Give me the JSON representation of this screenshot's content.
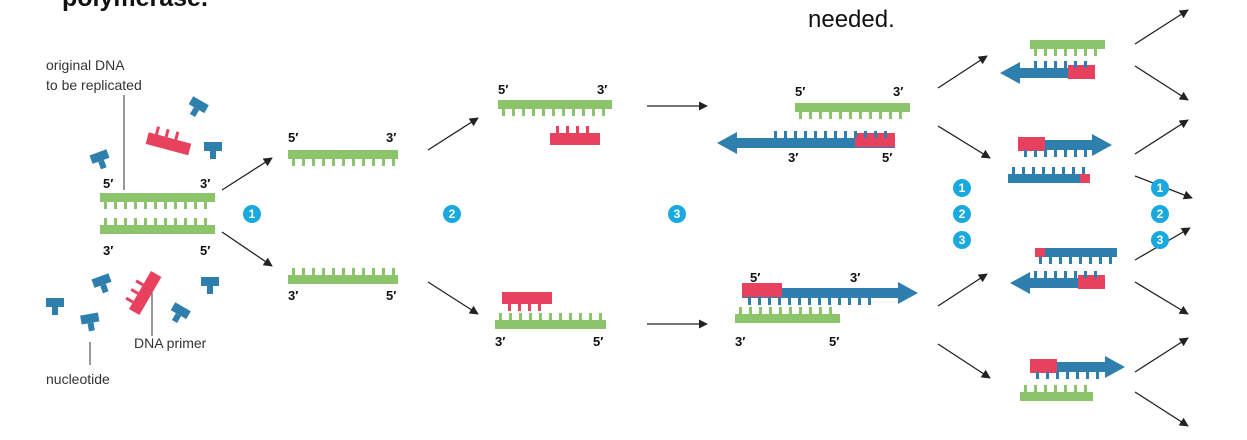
{
  "header": {
    "top_left": "polymerase.",
    "top_right": "needed."
  },
  "labels": {
    "original_dna": [
      "original DNA",
      "to be replicated"
    ],
    "dna_primer": "DNA primer",
    "nucleotide": "nucleotide"
  },
  "ends": {
    "five": "5′",
    "three": "3′"
  },
  "steps": [
    "1",
    "2",
    "3"
  ],
  "colors": {
    "template": "#8bc46a",
    "primer": "#e8415e",
    "new_strand": "#2f7fae",
    "step_circle": "#1aa9de",
    "arrow": "#222222"
  }
}
